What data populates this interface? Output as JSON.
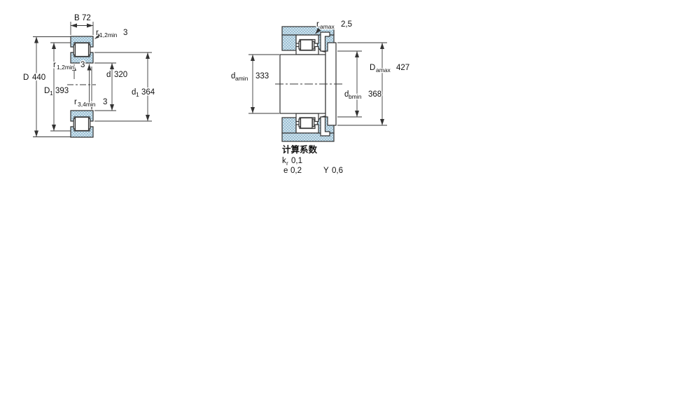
{
  "colors": {
    "line": "#333333",
    "dimension_line": "#3a3a3a",
    "section_fill_light": "#cfe2ec",
    "section_fill_dark": "#9cc0d4",
    "background": "#ffffff"
  },
  "left_view": {
    "name": "bearing cross-section",
    "dim_B": {
      "label": "B",
      "value": "72"
    },
    "dim_r12_top": {
      "label": "r",
      "sub": "1,2min",
      "value": "3"
    },
    "dim_D": {
      "label": "D",
      "value": "440"
    },
    "dim_r12_mid": {
      "label": "r",
      "sub": "1,2min",
      "value": "3"
    },
    "dim_D1": {
      "label": "D",
      "sub": "1",
      "value": "393"
    },
    "dim_r34": {
      "label": "r",
      "sub": "3,4min",
      "value": "3"
    },
    "dim_d": {
      "label": "d",
      "value": "320"
    },
    "dim_d1": {
      "label": "d",
      "sub": "1",
      "value": "364"
    }
  },
  "right_view": {
    "name": "mounting dimensions",
    "dim_ramax": {
      "label": "r",
      "sub": "amax",
      "value": "2,5"
    },
    "dim_damin": {
      "label": "d",
      "sub": "amin",
      "value": "333"
    },
    "dim_Damax": {
      "label": "D",
      "sub": "amax",
      "value": "427"
    },
    "dim_dbmin": {
      "label": "d",
      "sub": "bmin",
      "value": "368"
    }
  },
  "calculation_factors": {
    "title": "计算系数",
    "kr": {
      "label": "k",
      "sub": "r",
      "value": "0,1"
    },
    "e": {
      "label": "e",
      "value": "0,2"
    },
    "Y": {
      "label": "Y",
      "value": "0,6"
    }
  }
}
